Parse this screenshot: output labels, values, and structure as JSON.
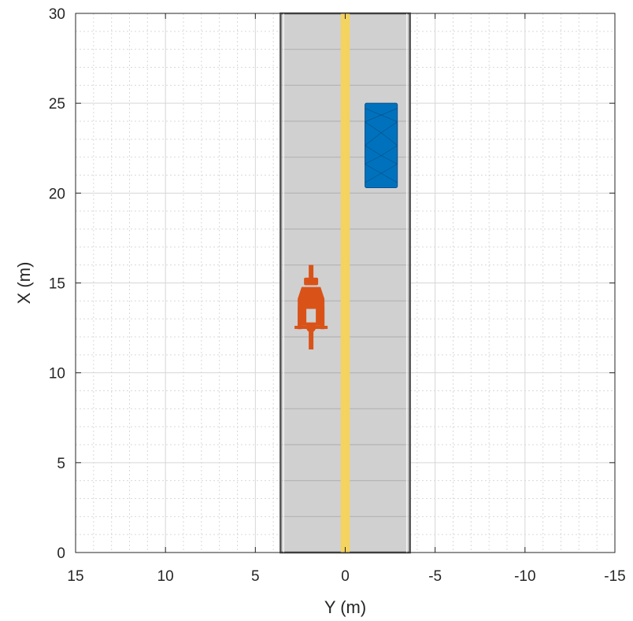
{
  "chart_data": {
    "type": "scatter",
    "xlabel": "Y (m)",
    "ylabel": "X (m)",
    "xlim": [
      15,
      -15
    ],
    "ylim": [
      0,
      30
    ],
    "x_reversed": true,
    "x_ticks": [
      15,
      10,
      5,
      0,
      -5,
      -10,
      -15
    ],
    "x_tick_labels": [
      "15",
      "10",
      "5",
      "0",
      "-5",
      "-10",
      "-15"
    ],
    "y_ticks": [
      0,
      5,
      10,
      15,
      20,
      25,
      30
    ],
    "y_tick_labels": [
      "0",
      "5",
      "10",
      "15",
      "20",
      "25",
      "30"
    ],
    "grid": true,
    "minor_grid": true,
    "road": {
      "y_left": 3.6,
      "y_right": -3.6,
      "x_start": 0,
      "x_end": 30,
      "centerline_y": 0,
      "centerline_width": 0.5,
      "cross_lines_x": [
        2,
        4,
        6,
        8,
        10,
        12,
        14,
        16,
        18,
        20,
        22,
        24,
        26,
        28
      ],
      "surface_color": "#d0d0d0",
      "edge_color": "#555555",
      "centerline_color": "#f4d35e"
    },
    "actors": [
      {
        "kind": "car",
        "y_left": -1.1,
        "y_right": -2.9,
        "x_bottom": 20.3,
        "x_top": 25,
        "color": "#0072bd"
      },
      {
        "kind": "bicycle",
        "y_center": 1.9,
        "x_bottom": 11.3,
        "x_top": 16,
        "color": "#d95319"
      }
    ]
  }
}
